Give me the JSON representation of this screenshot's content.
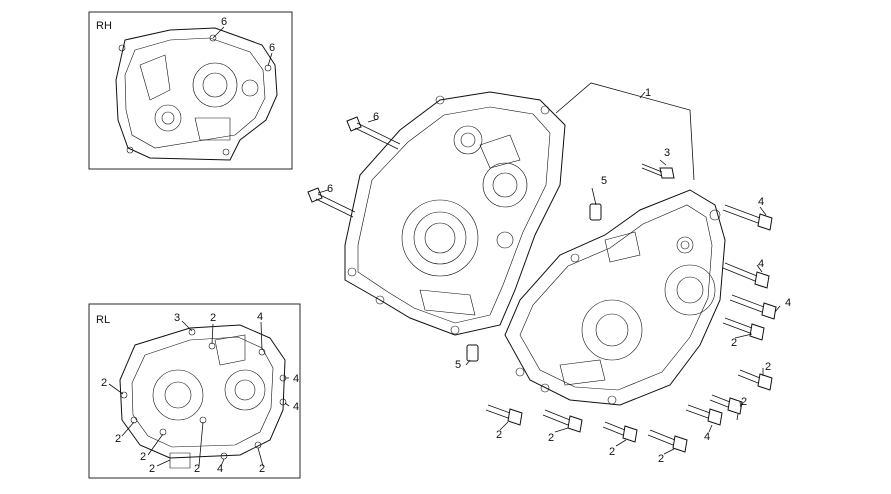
{
  "insets": {
    "rh": {
      "title": "RH",
      "callouts": [
        "6",
        "6"
      ]
    },
    "rl": {
      "title": "RL",
      "callouts": [
        "3",
        "2",
        "4",
        "2",
        "4",
        "4",
        "2",
        "2",
        "2",
        "2",
        "4",
        "2"
      ]
    }
  },
  "main_callouts": {
    "c1": "1",
    "c6a": "6",
    "c6b": "6",
    "c3": "3",
    "c5a": "5",
    "c5b": "5",
    "c4a": "4",
    "c4b": "4",
    "c4c": "4",
    "c2a": "2",
    "c2b": "2",
    "c2c": "2",
    "c2d": "2",
    "c2e": "2",
    "c2f": "2",
    "c2g": "2",
    "c4d": "4"
  }
}
